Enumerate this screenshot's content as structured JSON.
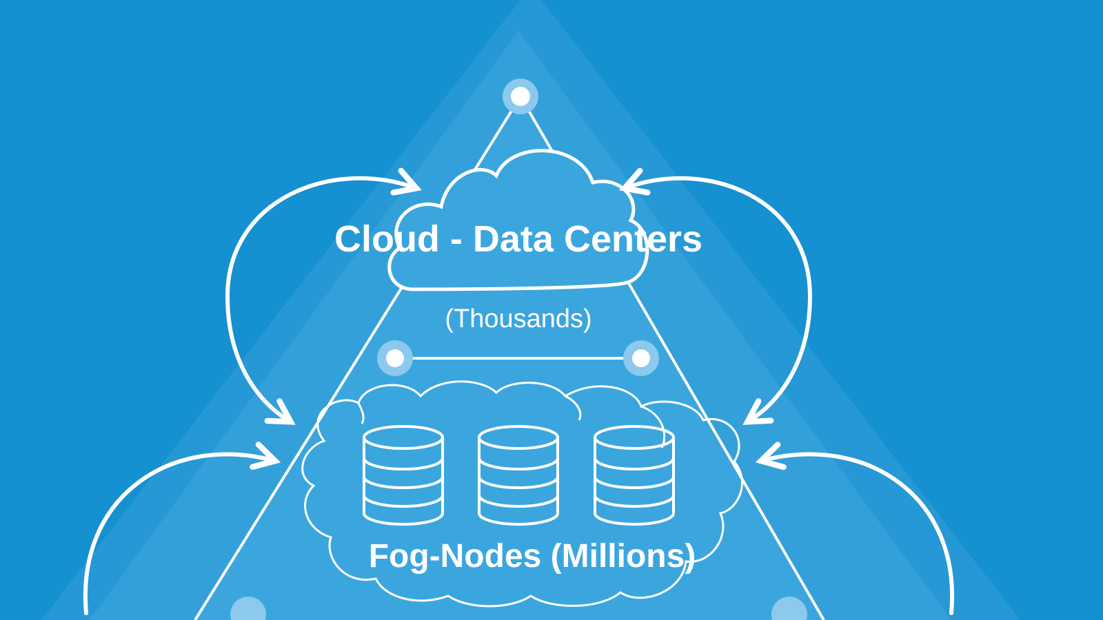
{
  "diagram": {
    "top_label": "Cloud - Data Centers",
    "top_count": "(Thousands)",
    "middle_label": "Fog-Nodes (Millions)"
  },
  "colors": {
    "background": "#1590d0",
    "accent": "#ffffff"
  }
}
